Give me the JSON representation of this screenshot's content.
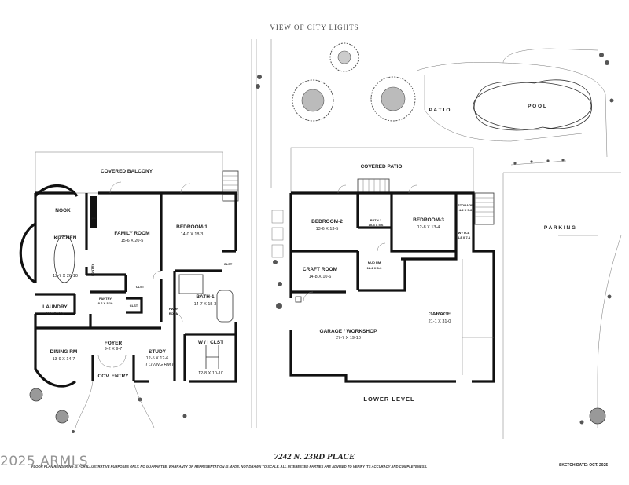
{
  "header": {
    "view_label": "VIEW OF CITY LIGHTS"
  },
  "footer": {
    "address": "7242 N. 23RD PLACE",
    "disclaimer": "FLOOR PLAN RENDERING IS FOR ILLUSTRATIVE PURPOSES ONLY. NO GUARANTEE, WARRANTY OR REPRESENTATION IS MADE. NOT DRAWN TO SCALE. ALL INTERESTED PARTIES ARE ADVISED TO VERIFY ITS ACCURACY AND COMPLETENESS.",
    "sketch_date": "SKETCH DATE: OCT. 2025",
    "watermark": "2025 ARMLS"
  },
  "main_level": {
    "covered_balcony": "COVERED BALCONY",
    "nook": "NOOK",
    "kitchen": {
      "name": "KITCHEN",
      "dims": "12-7 X 26-10"
    },
    "family_room": {
      "name": "FAMILY ROOM",
      "dims": "15-6 X 20-5"
    },
    "fireplace": "FP",
    "bedroom_1": {
      "name": "BEDROOM-1",
      "dims": "14-0 X 18-3"
    },
    "bath_1": {
      "name": "BATH-1",
      "dims": "14-7 X 15-3"
    },
    "clst_1": "CLST",
    "clst_2": "CLST",
    "clst_3": "CLST",
    "wic": {
      "name": "W / I CLST",
      "dims": "12-8 X 10-10"
    },
    "pwdr_room": {
      "line1": "PWDR",
      "line2": "ROOM"
    },
    "pantry": {
      "name": "PANTRY",
      "dims": "8-6 X 3-10"
    },
    "pantry_small": "PANTRY",
    "laundry": {
      "name": "LAUNDRY",
      "dims": "8-6 X 7-5"
    },
    "dining_rm": {
      "name": "DINING RM",
      "dims": "13-9 X 14-7"
    },
    "foyer": {
      "name": "FOYER",
      "dims": "9-2 X 9-7"
    },
    "study": {
      "name": "STUDY",
      "dims": "12-5 X 12-6",
      "note": "( LIVING RM )"
    },
    "cov_entry": "COV. ENTRY"
  },
  "lower_level": {
    "level_name": "LOWER LEVEL",
    "covered_patio": "COVERED PATIO",
    "patio": "PATIO",
    "pool": "P O O L",
    "parking": "P A R K I N G",
    "bedroom_2": {
      "name": "BEDROOM-2",
      "dims": "13-6 X 13-5"
    },
    "bath_2": {
      "name": "BATH-2",
      "dims": "10-3 X 5-6"
    },
    "bedroom_3": {
      "name": "BEDROOM-3",
      "dims": "12-8 X 13-4"
    },
    "storage": {
      "name": "STORAGE",
      "dims": "4-2 X 5-6"
    },
    "wic": {
      "name": "W / I CL",
      "dims": "4-8 X 7-1"
    },
    "craft_room": {
      "name": "CRAFT ROOM",
      "dims": "14-8 X 10-6"
    },
    "mud_rm": {
      "name": "MUD RM",
      "dims": "12-2 X 6-3"
    },
    "garage_workshop": {
      "name": "GARAGE / WORKSHOP",
      "dims": "27-7 X 19-10"
    },
    "garage": {
      "name": "GARAGE",
      "dims": "21-1 X 31-0"
    }
  },
  "colors": {
    "wall": "#111111",
    "line": "#333333",
    "background": "#ffffff"
  },
  "icons": [
    "tree-icon",
    "shrub-icon",
    "stair-icon",
    "door-swing-icon"
  ]
}
